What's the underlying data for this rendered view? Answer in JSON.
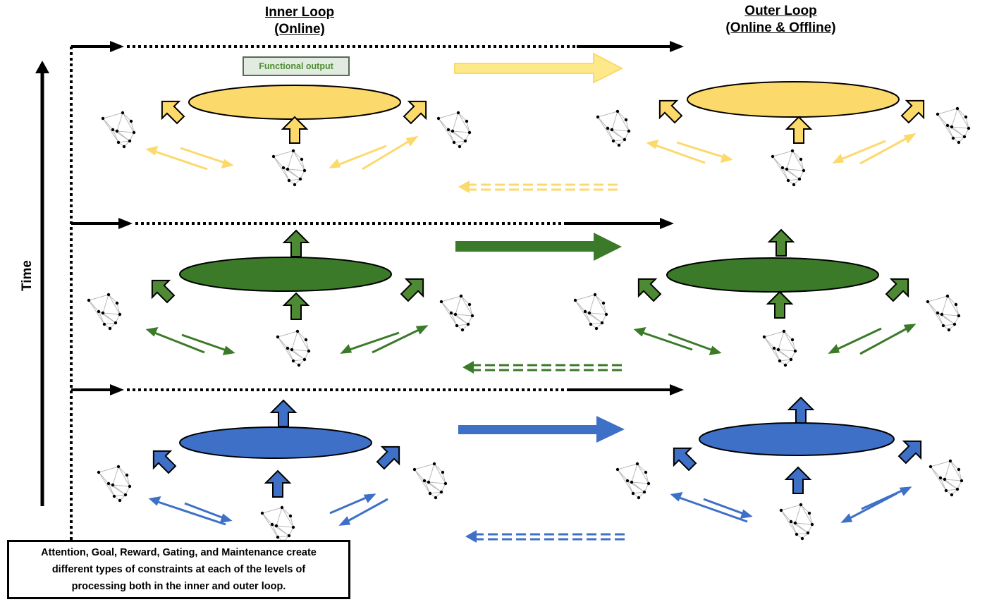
{
  "headings": {
    "inner_line1": "Inner Loop",
    "inner_line2": "(Online)",
    "outer_line1": "Outer Loop",
    "outer_line2": "(Online & Offline)"
  },
  "time_label": "Time",
  "functional_output_label": "Functional output",
  "caption": {
    "line1": "Attention, Goal, Reward, Gating, and Maintenance create",
    "line2": "different types of constraints at each of the levels of",
    "line3": "processing both in the inner and outer loop."
  },
  "colors": {
    "top_level": "#fcd96b",
    "middle_level": "#3b7a29",
    "bottom_level": "#3d70c6",
    "middle_arrow_fill": "#4e8a33",
    "top_arrow_fill": "#fde88a",
    "outline": "#000000",
    "network_edge": "#b9b9b9",
    "network_node": "#000000"
  },
  "levels": [
    {
      "id": "top",
      "color_key": "top_level",
      "has_top_arrow": false
    },
    {
      "id": "middle",
      "color_key": "middle_level",
      "has_top_arrow": true
    },
    {
      "id": "bottom",
      "color_key": "bottom_level",
      "has_top_arrow": true
    }
  ]
}
